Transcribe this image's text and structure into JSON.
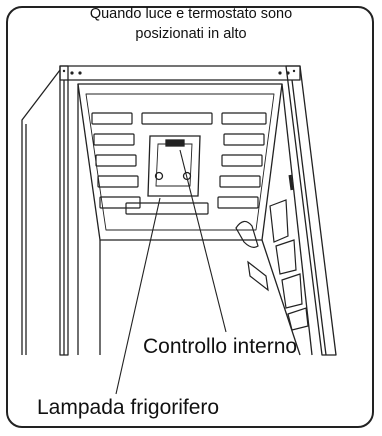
{
  "caption": {
    "line1": "Quando luce e termostato sono",
    "line2": "posizionati in alto"
  },
  "labels": {
    "internal_control": "Controllo interno",
    "fridge_lamp": "Lampada frigorifero"
  }
}
